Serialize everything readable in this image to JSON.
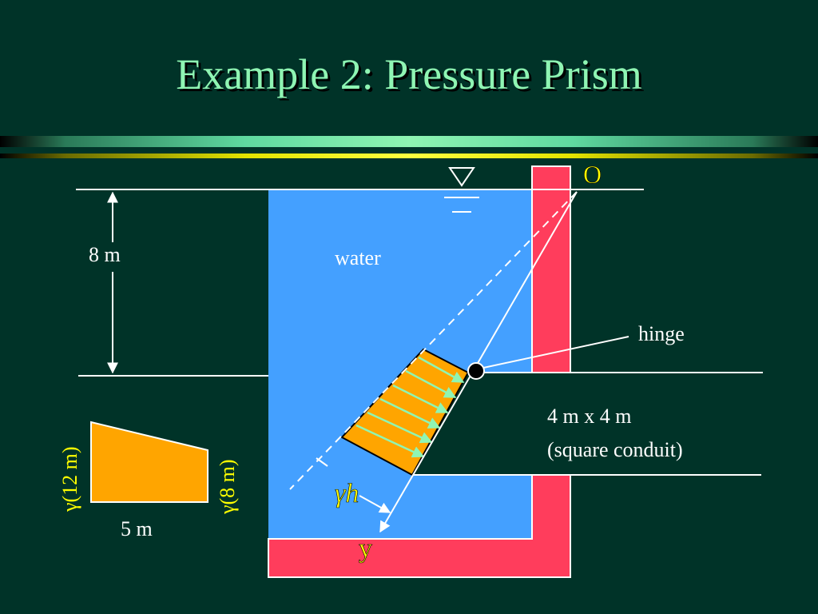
{
  "title": "Example 2: Pressure Prism",
  "labels": {
    "depth": "8 m",
    "water": "water",
    "hinge": "hinge",
    "origin": "O",
    "conduit_size": "4 m x 4 m",
    "conduit_type": "(square conduit)",
    "pressure": "γh",
    "y_axis": "y",
    "prism_left": "γ(12 m)",
    "prism_right": "γ(8 m)",
    "prism_width": "5 m"
  },
  "colors": {
    "background": "#003328",
    "title": "#8ff5b3",
    "water": "#44a0ff",
    "wall": "#ff3d5c",
    "prism": "#ffa500",
    "arrows": "#8ff5b3",
    "highlight_text": "#ffff00",
    "text": "#ffffff"
  }
}
